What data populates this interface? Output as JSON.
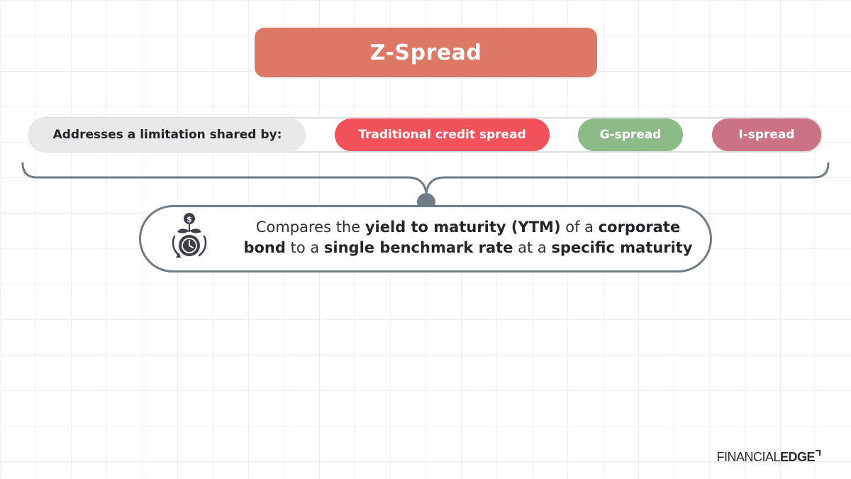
{
  "title": "Z-Spread",
  "limitation_bar": {
    "label": "Addresses a limitation shared by:",
    "items": [
      {
        "label": "Traditional credit spread",
        "color": "#f4525a"
      },
      {
        "label": "G-spread",
        "color": "#8dbb88"
      },
      {
        "label": "I-spread",
        "color": "#cb7384"
      }
    ]
  },
  "description": {
    "icon": "money-plant-clock-icon",
    "segments": [
      {
        "text": "Compares the ",
        "bold": false
      },
      {
        "text": "yield to maturity (YTM)",
        "bold": true
      },
      {
        "text": " of a ",
        "bold": false
      },
      {
        "text": "corporate bond",
        "bold": true
      },
      {
        "text": " to a ",
        "bold": false
      },
      {
        "text": "single benchmark rate",
        "bold": true
      },
      {
        "text": " at a ",
        "bold": false
      },
      {
        "text": "specific maturity",
        "bold": true
      }
    ]
  },
  "logo": {
    "part1": "FINANCIAL",
    "part2": "EDGE"
  },
  "colors": {
    "title_bg": "#dc7865",
    "connector": "#6e7c88",
    "bar_border": "#dcdde1"
  }
}
